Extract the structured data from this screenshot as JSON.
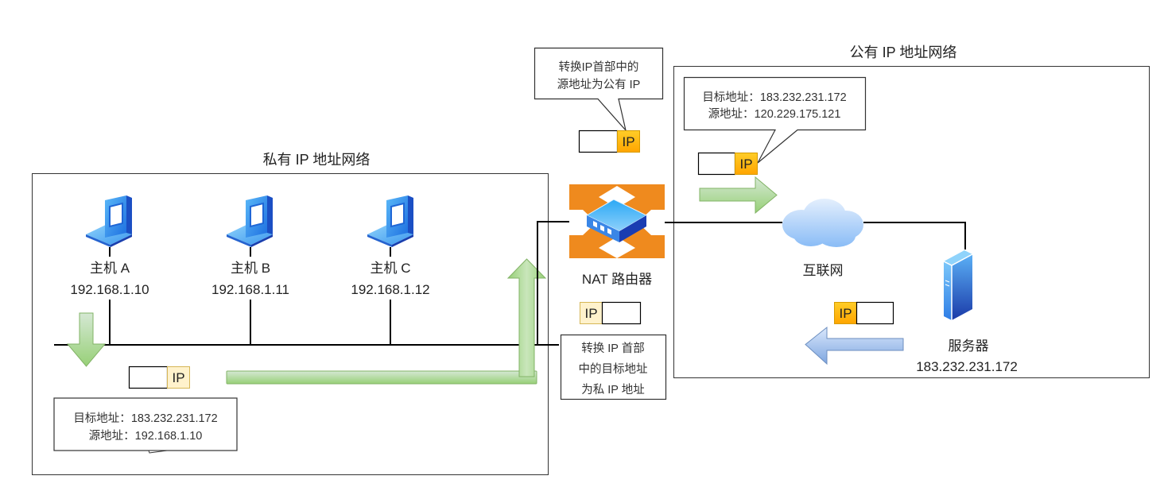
{
  "private_network": {
    "title": "私有 IP 地址网络",
    "hosts": [
      {
        "name": "主机 A",
        "ip": "192.168.1.10"
      },
      {
        "name": "主机 B",
        "ip": "192.168.1.11"
      },
      {
        "name": "主机 C",
        "ip": "192.168.1.12"
      }
    ],
    "packet_label": "IP",
    "callout": {
      "destination_label": "目标地址：",
      "destination_ip": "183.232.231.172",
      "source_label": "源地址：",
      "source_ip": "192.168.1.10"
    }
  },
  "nat": {
    "name": "NAT 路由器",
    "outbound_note": [
      "转换IP首部中的",
      "源地址为公有 IP"
    ],
    "inbound_note": [
      "转换 IP 首部",
      "中的目标地址",
      "为私 IP 地址"
    ],
    "outbound_packet_label": "IP",
    "inbound_packet_label": "IP"
  },
  "public_network": {
    "title": "公有 IP 地址网络",
    "internet_label": "互联网",
    "server": {
      "name": "服务器",
      "ip": "183.232.231.172"
    },
    "outbound_packet_label": "IP",
    "inbound_packet_label": "IP",
    "callout": {
      "destination_label": "目标地址：",
      "destination_ip": "183.232.231.172",
      "source_label": "源地址：",
      "source_ip": "120.229.175.121"
    }
  },
  "colors": {
    "router_orange": "#EF8A1E",
    "packet_public": "#FFB21A",
    "packet_private": "#FFF2CC",
    "arrow_green_stroke": "#82B366",
    "arrow_blue_stroke": "#6C8EBF"
  }
}
